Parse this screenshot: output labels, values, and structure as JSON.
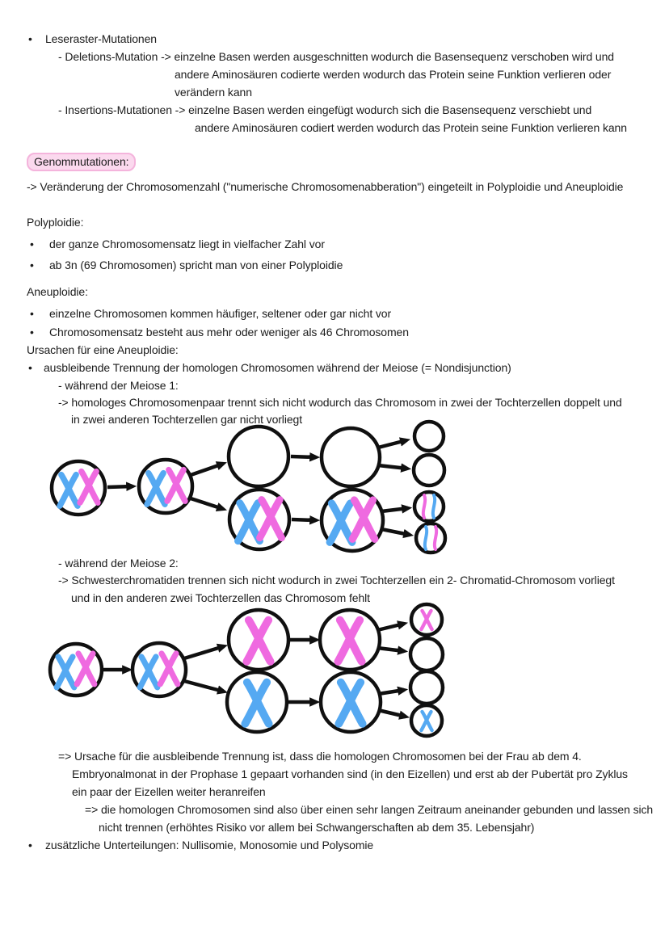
{
  "glyphs": {
    "bullet": "•"
  },
  "colors": {
    "page_bg": "#ffffff",
    "text": "#1c1c1c",
    "highlight_bg": "#fbd9ee",
    "highlight_border": "#f4b4dc",
    "chromosome_blue": "#55a9f2",
    "chromosome_pink": "#ef6ae0",
    "diagram_stroke": "#101010"
  },
  "sections": {
    "leseraster": {
      "title": "Leseraster-Mutationen",
      "lines": [
        "- Deletions-Mutation -> einzelne Basen werden ausgeschnitten wodurch die Basensequenz verschoben wird und",
        "andere Aminosäuren codierte werden wodurch das Protein seine Funktion verlieren oder",
        "verändern kann",
        "- Insertions-Mutationen -> einzelne Basen werden eingefügt wodurch sich die Basensequenz verschiebt und",
        "andere Aminosäuren codiert werden wodurch das Protein seine Funktion verlieren kann"
      ]
    },
    "genommutationen": {
      "heading": "Genommutationen:",
      "intro": "-> Veränderung der Chromosomenzahl (\"numerische Chromosomenabberation\") eingeteilt in Polyploidie und Aneuploidie"
    },
    "polyploidie": {
      "heading": "Polyploidie:",
      "bullets": [
        "der ganze Chromosomensatz liegt in vielfacher Zahl vor",
        "ab 3n (69 Chromosomen) spricht man von einer Polyploidie"
      ]
    },
    "aneuploidie": {
      "heading": "Aneuploidie:",
      "bullets": [
        "einzelne Chromosomen kommen häufiger, seltener oder gar nicht vor",
        "Chromosomensatz besteht aus mehr oder weniger als 46 Chromosomen"
      ],
      "ursachen_heading": "Ursachen für eine Aneuploidie:",
      "ursache_bullet": "ausbleibende Trennung der homologen Chromosomen während der Meiose (= Nondisjunction)",
      "meiose1": {
        "label": "- während der Meiose 1:",
        "lines": [
          "-> homologes Chromosomenpaar trennt sich nicht wodurch das Chromosom in zwei der Tochterzellen doppelt und",
          "in zwei anderen Tochterzellen gar nicht vorliegt"
        ]
      },
      "meiose2": {
        "label": "- während der Meiose 2:",
        "lines": [
          "-> Schwesterchromatiden trennen sich nicht wodurch in zwei Tochterzellen ein 2- Chromatid-Chromosom vorliegt",
          "und in den anderen zwei Tochterzellen das Chromosom fehlt"
        ]
      },
      "conclusion": [
        "=> Ursache für die ausbleibende Trennung ist, dass die homologen Chromosomen bei der Frau ab dem 4.",
        "Embryonalmonat in der Prophase 1 gepaart vorhanden sind (in den Eizellen) und erst ab der Pubertät pro Zyklus",
        "ein paar der Eizellen weiter heranreifen",
        "=> die homologen Chromosomen sind also über einen sehr langen Zeitraum aneinander gebunden und lassen sich",
        "nicht trennen (erhöhtes Risiko vor allem bei Schwangerschaften ab dem 35. Lebensjahr)"
      ],
      "extra_bullet": "zusätzliche Unterteilungen: Nullisomie, Monosomie und Polysomie"
    }
  },
  "diagrams": {
    "meiose1_nondisjunction": {
      "start_cells": [
        "blue + pink chromosome pair",
        "blue + pink chromosome pair"
      ],
      "top_branch_cells": [
        "empty",
        "empty",
        "empty",
        "empty"
      ],
      "bottom_branch_cells": [
        "blue + pink chromosome pair",
        "blue + pink chromosome pair",
        "pink + blue chromatid",
        "blue + pink chromatid"
      ]
    },
    "meiose2_nondisjunction": {
      "start_cells": [
        "blue + pink chromosome pair",
        "blue + pink chromosome pair"
      ],
      "top_branch_cells": [
        "pink chromosome",
        "pink chromosome",
        "small pink chromosome",
        "empty"
      ],
      "bottom_branch_cells": [
        "blue chromosome",
        "blue chromosome",
        "empty",
        "small blue chromosome"
      ]
    }
  }
}
